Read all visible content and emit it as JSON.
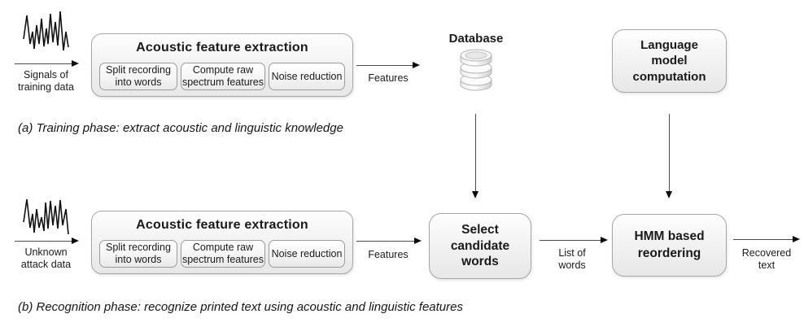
{
  "phase_a": {
    "input_label": "Signals of\ntraining data",
    "acoustic": {
      "title": "Acoustic feature extraction",
      "steps": [
        "Split recording\ninto words",
        "Compute raw\nspectrum features",
        "Noise reduction"
      ]
    },
    "features_label": "Features",
    "database_label": "Database",
    "language_model_label": "Language\nmodel\ncomputation",
    "caption": "(a) Training phase: extract acoustic and linguistic knowledge"
  },
  "phase_b": {
    "input_label": "Unknown\nattack data",
    "acoustic": {
      "title": "Acoustic feature extraction",
      "steps": [
        "Split recording\ninto words",
        "Compute raw\nspectrum features",
        "Noise reduction"
      ]
    },
    "features_label": "Features",
    "select_box_label": "Select\ncandidate\nwords",
    "list_of_words_label": "List of\nwords",
    "hmm_box_label": "HMM based\nreordering",
    "recovered_label": "Recovered\ntext",
    "caption": "(b) Recognition phase: recognize printed text using acoustic and linguistic features"
  },
  "colors": {
    "background": "#ffffff",
    "box_border": "#a6a6a6",
    "box_fill_top": "#fefefe",
    "box_fill_bottom": "#e7e7e7",
    "arrow_line": "#4a4a4a",
    "arrow_head": "#0d0d0d",
    "text": "#1a1a1a"
  },
  "icons": {
    "waveform": "audio-signal-waveform",
    "database": "database-cylinder-stack"
  }
}
